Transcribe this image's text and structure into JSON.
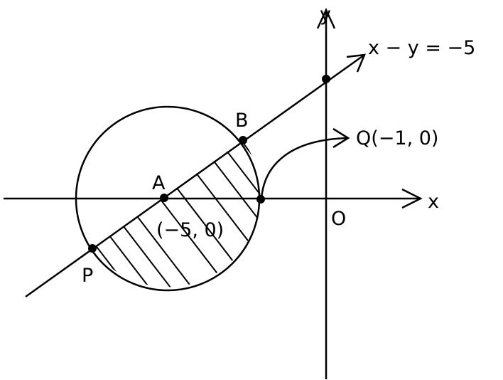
{
  "labels": {
    "y_axis": "y",
    "x_axis": "x",
    "line_equation": "x − y = −5",
    "point_b": "B",
    "point_q": "Q(−1, 0)",
    "point_a": "A",
    "point_a_coords": "(−5, 0)",
    "origin": "O",
    "point_p": "P"
  },
  "colors": {
    "ink": "#000000",
    "background": "#ffffff"
  }
}
